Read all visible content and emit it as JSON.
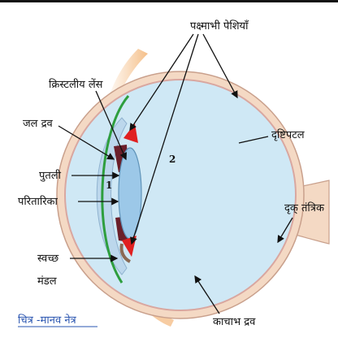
{
  "labels": {
    "ciliary_muscles": "पक्ष्माभी पेशियाँ",
    "crystalline_lens": "क्रिस्टलीय लेंस",
    "aqueous_humour": "जल द्रव",
    "pupil": "पुतली",
    "iris": "परितारिका",
    "cornea_line1": "स्वच्छ",
    "cornea_line2": "मंडल",
    "retina": "दृष्टिपटल",
    "optic_nerve": "दृक् तंत्रिक",
    "vitreous_humour": "काचाभ द्रव"
  },
  "region_numbers": {
    "anterior": "1",
    "posterior": "2"
  },
  "caption": "चित्र -मानव नेत्र",
  "colors": {
    "vitreous": "#cfe8f5",
    "sclera": "#f4d9c4",
    "sclera_edge": "#c9a08c",
    "lens": "#9cc8e8",
    "cornea_green": "#2e9e3e",
    "ciliary_red": "#e02020",
    "iris_dark": "#6b1f2a",
    "caption_blue": "#2a55b0"
  }
}
